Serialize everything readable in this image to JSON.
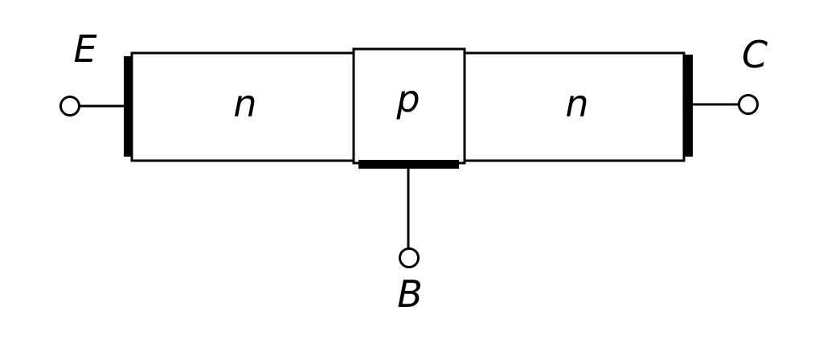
{
  "diagram": {
    "kind": "npn-bipolar-transistor-structure",
    "background_color": "#ffffff",
    "line_color": "#000000",
    "terminals": {
      "emitter": {
        "label": "E"
      },
      "collector": {
        "label": "C"
      },
      "base": {
        "label": "B"
      }
    },
    "regions": {
      "emitter_region": {
        "label": "n"
      },
      "base_region": {
        "label": "p"
      },
      "collector_region": {
        "label": "n"
      }
    }
  }
}
